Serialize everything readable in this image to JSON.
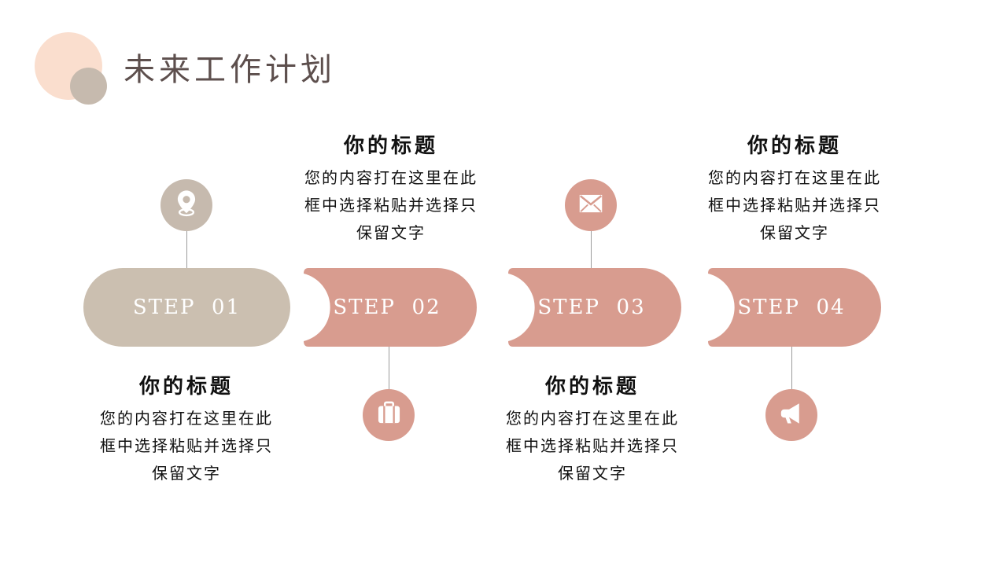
{
  "slide": {
    "title": "未来工作计划"
  },
  "colors": {
    "pink": "#D89C8F",
    "taupe": "#CBBFB0",
    "peach_deco_circle": "#FADECE",
    "taupe_deco_circle": "#C6BAAE",
    "title_text": "#5D4F4D",
    "step_label_text": "#FFFFFF",
    "block_text": "#111111",
    "connector_line": "#9B9B9B"
  },
  "steps": [
    {
      "label": "STEP  01",
      "icon": "location-pin-icon",
      "icon_position": "above",
      "text_position": "below",
      "block_title": "你的标题",
      "block_body": "您的内容打在这里在此\n框中选择粘贴并选择只\n保留文字"
    },
    {
      "label": "STEP  02",
      "icon": "briefcase-icon",
      "icon_position": "below",
      "text_position": "above",
      "block_title": "你的标题",
      "block_body": "您的内容打在这里在此\n框中选择粘贴并选择只\n保留文字"
    },
    {
      "label": "STEP  03",
      "icon": "envelope-icon",
      "icon_position": "above",
      "text_position": "below",
      "block_title": "你的标题",
      "block_body": "您的内容打在这里在此\n框中选择粘贴并选择只\n保留文字"
    },
    {
      "label": "STEP  04",
      "icon": "megaphone-icon",
      "icon_position": "below",
      "text_position": "above",
      "block_title": "你的标题",
      "block_body": "您的内容打在这里在此\n框中选择粘贴并选择只\n保留文字"
    }
  ]
}
